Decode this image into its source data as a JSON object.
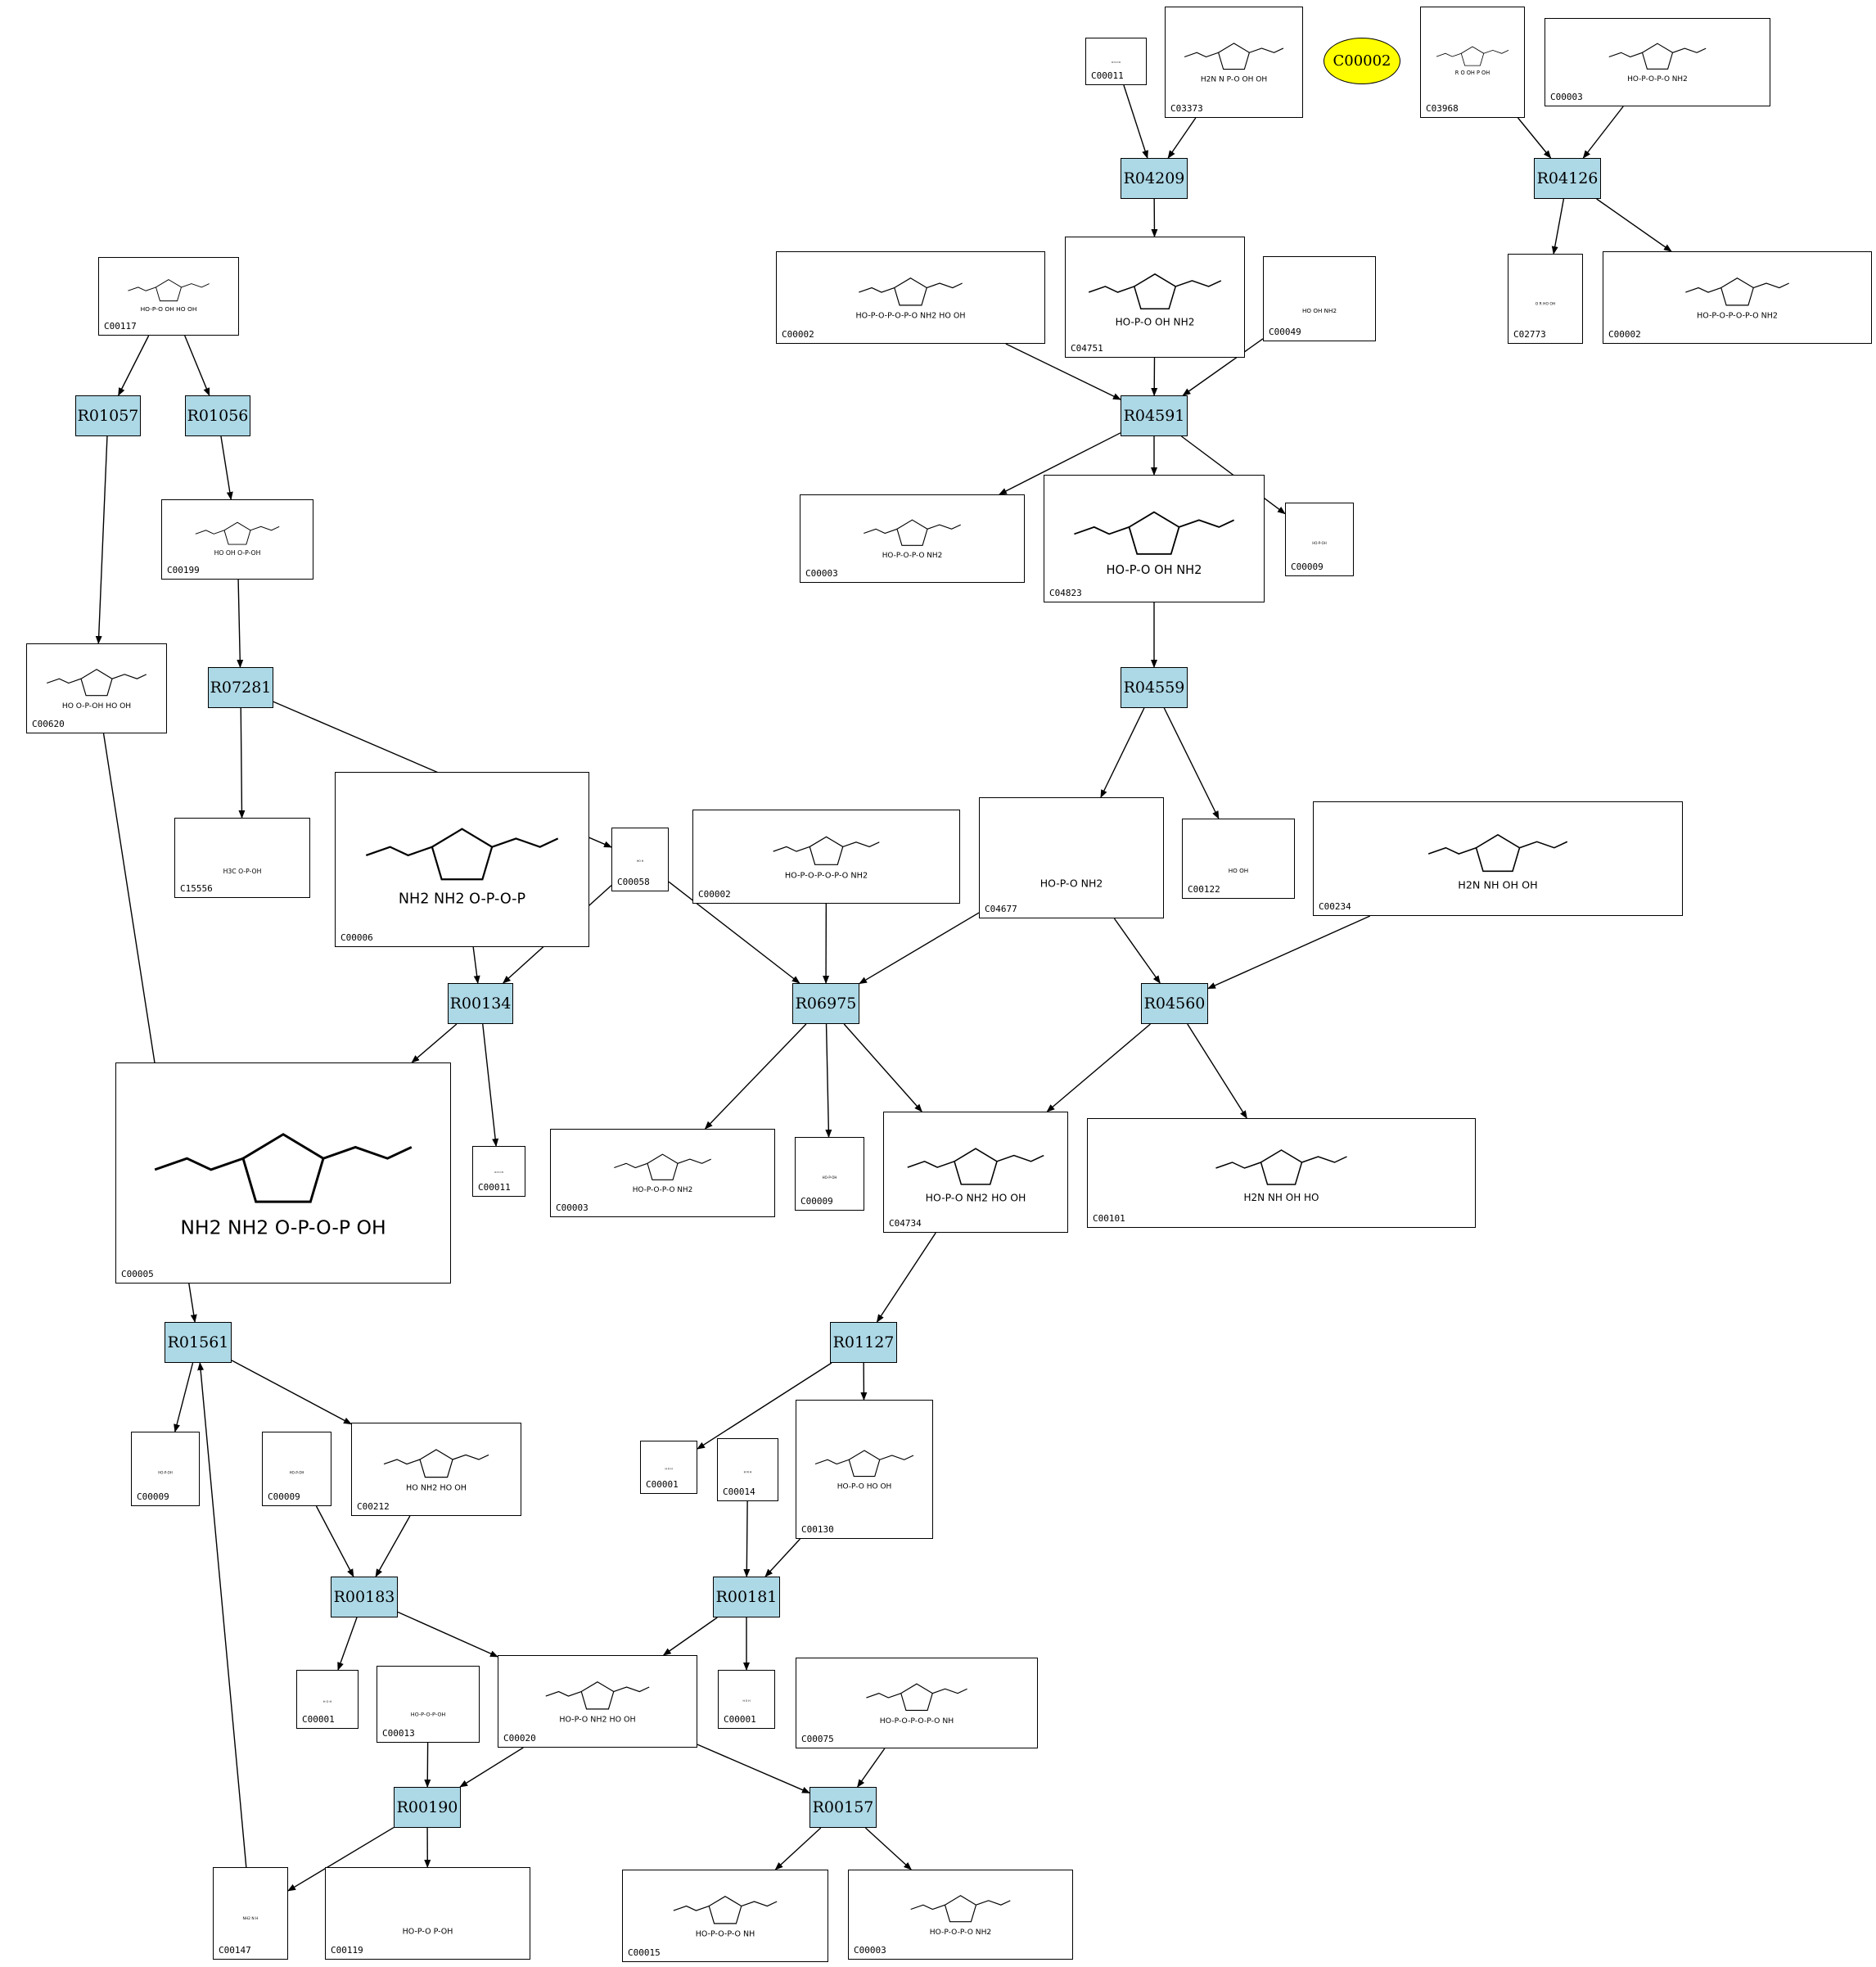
{
  "highlight": {
    "label": "C00002",
    "color": "#ffff00"
  },
  "colors": {
    "reaction_fill": "#add8e6",
    "edge": "#000000"
  },
  "reactions": [
    {
      "id": "R04209",
      "label": "R04209"
    },
    {
      "id": "R04126",
      "label": "R04126"
    },
    {
      "id": "R01057",
      "label": "R01057"
    },
    {
      "id": "R01056",
      "label": "R01056"
    },
    {
      "id": "R04591",
      "label": "R04591"
    },
    {
      "id": "R07281",
      "label": "R07281"
    },
    {
      "id": "R04559",
      "label": "R04559"
    },
    {
      "id": "R00134",
      "label": "R00134"
    },
    {
      "id": "R06975",
      "label": "R06975"
    },
    {
      "id": "R04560",
      "label": "R04560"
    },
    {
      "id": "R01561",
      "label": "R01561"
    },
    {
      "id": "R01127",
      "label": "R01127"
    },
    {
      "id": "R00183",
      "label": "R00183"
    },
    {
      "id": "R00181",
      "label": "R00181"
    },
    {
      "id": "R00190",
      "label": "R00190"
    },
    {
      "id": "R00157",
      "label": "R00157"
    }
  ],
  "compounds": [
    {
      "id": "a1",
      "label": "C00011",
      "text": "O=C=O"
    },
    {
      "id": "a2",
      "label": "C03373",
      "text": "H2N  N  P-O  OH OH"
    },
    {
      "id": "a3",
      "label": "C03968",
      "text": "R  O  OH  P  OH"
    },
    {
      "id": "a4",
      "label": "C00003",
      "text": "HO-P-O-P-O  NH2"
    },
    {
      "id": "a5",
      "label": "C00117",
      "text": "HO-P-O  OH  HO OH"
    },
    {
      "id": "a6",
      "label": "C00002",
      "text": "HO-P-O-P-O-P-O  NH2  HO OH"
    },
    {
      "id": "a7",
      "label": "C04751",
      "text": "HO-P-O  OH  NH2"
    },
    {
      "id": "a8",
      "label": "C00049",
      "text": "HO  OH  NH2"
    },
    {
      "id": "a9",
      "label": "C02773",
      "text": "O R  HO OH"
    },
    {
      "id": "a10",
      "label": "C00002",
      "text": "HO-P-O-P-O-P-O  NH2"
    },
    {
      "id": "a11",
      "label": "C00199",
      "text": "HO  OH  O-P-OH"
    },
    {
      "id": "a12",
      "label": "C00620",
      "text": "HO  O-P-OH  HO OH"
    },
    {
      "id": "a13",
      "label": "C00003",
      "text": "HO-P-O-P-O  NH2"
    },
    {
      "id": "a14",
      "label": "C04823",
      "text": "HO-P-O  OH  NH2"
    },
    {
      "id": "a15",
      "label": "C00009",
      "text": "HO-P-OH"
    },
    {
      "id": "a16",
      "label": "C15556",
      "text": "H3C  O-P-OH"
    },
    {
      "id": "a17",
      "label": "C00006",
      "text": "NH2  NH2  O-P-O-P"
    },
    {
      "id": "a18",
      "label": "C00058",
      "text": "HO H"
    },
    {
      "id": "a19",
      "label": "C00002",
      "text": "HO-P-O-P-O-P-O  NH2"
    },
    {
      "id": "a20",
      "label": "C04677",
      "text": "HO-P-O  NH2"
    },
    {
      "id": "a21",
      "label": "C00122",
      "text": "HO  OH"
    },
    {
      "id": "a22",
      "label": "C00234",
      "text": "H2N  NH  OH  OH"
    },
    {
      "id": "a23",
      "label": "C00005",
      "text": "NH2  NH2  O-P-O-P  OH"
    },
    {
      "id": "a24",
      "label": "C00011",
      "text": "O=C=O"
    },
    {
      "id": "a25",
      "label": "C00003",
      "text": "HO-P-O-P-O  NH2"
    },
    {
      "id": "a26",
      "label": "C00009",
      "text": "HO-P-OH"
    },
    {
      "id": "a27",
      "label": "C04734",
      "text": "HO-P-O  NH2  HO OH"
    },
    {
      "id": "a28",
      "label": "C00101",
      "text": "H2N  NH  OH  HO"
    },
    {
      "id": "a29",
      "label": "C00009",
      "text": "HO-P-OH"
    },
    {
      "id": "a30",
      "label": "C00009",
      "text": "HO-P-OH"
    },
    {
      "id": "a31",
      "label": "C00212",
      "text": "HO  NH2  HO OH"
    },
    {
      "id": "a32",
      "label": "C00001",
      "text": "H O H"
    },
    {
      "id": "a33",
      "label": "C00014",
      "text": "H N H"
    },
    {
      "id": "a34",
      "label": "C00130",
      "text": "HO-P-O  HO OH"
    },
    {
      "id": "a35",
      "label": "C00001",
      "text": "H O H"
    },
    {
      "id": "a36",
      "label": "C00013",
      "text": "HO-P-O-P-OH"
    },
    {
      "id": "a37",
      "label": "C00020",
      "text": "HO-P-O  NH2  HO OH"
    },
    {
      "id": "a38",
      "label": "C00001",
      "text": "H O H"
    },
    {
      "id": "a39",
      "label": "C00075",
      "text": "HO-P-O-P-O-P-O  NH"
    },
    {
      "id": "a40",
      "label": "C00147",
      "text": "NH2  N  H"
    },
    {
      "id": "a41",
      "label": "C00119",
      "text": "HO-P-O  P-OH"
    },
    {
      "id": "a42",
      "label": "C00015",
      "text": "HO-P-O-P-O  NH"
    },
    {
      "id": "a43",
      "label": "C00003",
      "text": "HO-P-O-P-O  NH2"
    }
  ]
}
